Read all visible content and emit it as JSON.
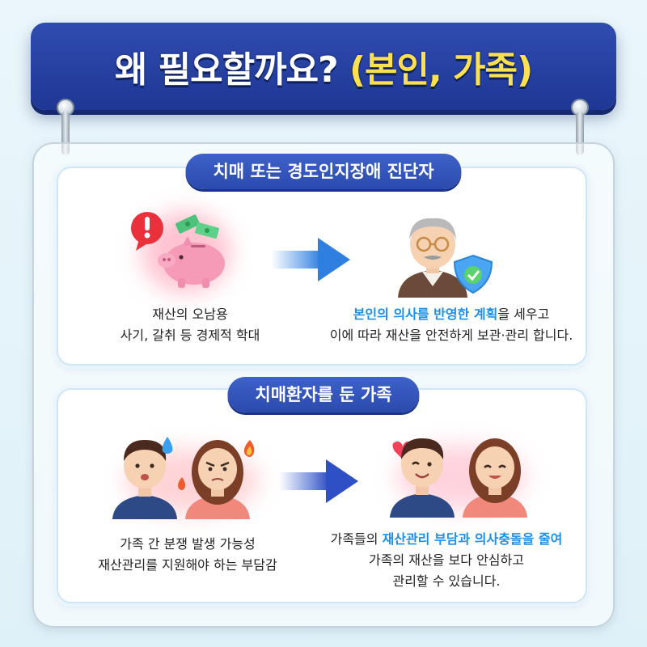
{
  "header": {
    "title_main": "왜 필요할까요?",
    "title_accent": "(본인, 가족)"
  },
  "section1": {
    "pill_label": "치매 또는 경도인지장애 진단자",
    "left_caption": [
      "재산의 오남용",
      "사기, 갈취 등 경제적 학대"
    ],
    "right_caption_highlight": "본인의 의사를 반영한 계획",
    "right_caption_rest1": "을 세우고",
    "right_caption_line2": "이에 따라 재산을 안전하게 보관·관리 합니다."
  },
  "section2": {
    "pill_label": "치매환자를 둔 가족",
    "left_caption": [
      "가족 간 분쟁 발생 가능성",
      "재산관리를 지원해야 하는 부담감"
    ],
    "right_caption_prefix": "가족들의 ",
    "right_caption_highlight": "재산관리 부담과 의사충돌을 줄여",
    "right_caption_line2": "가족의 재산을 보다 안심하고",
    "right_caption_line3": "관리할 수 있습니다."
  },
  "icons": [
    "exclamation-icon",
    "piggy-bank-icon",
    "money-icon",
    "arrow-right-icon",
    "elderly-man-icon",
    "shield-check-icon",
    "worried-man-icon",
    "angry-woman-icon",
    "fire-icon",
    "sweat-drop-icon",
    "happy-man-icon",
    "happy-woman-icon",
    "heart-icon"
  ],
  "colors": {
    "banner": "#2f4cb0",
    "accent_yellow": "#ffe14d",
    "highlight_blue": "#1e8fe6",
    "pill": "#3e62c9"
  }
}
